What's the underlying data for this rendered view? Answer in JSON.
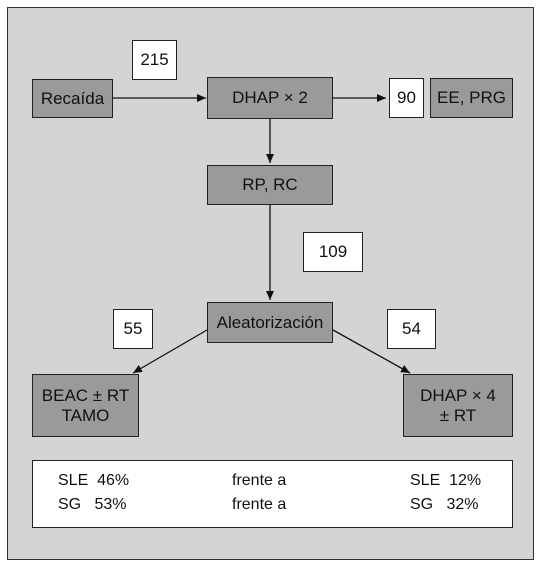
{
  "flow": {
    "n_start": "215",
    "recaida": "Recaída",
    "dhap2": "DHAP × 2",
    "n_ee": "90",
    "ee_prg": "EE, PRG",
    "rp_rc": "RP, RC",
    "n_random": "109",
    "aleatorizacion": "Aleatorización",
    "n_left": "55",
    "n_right": "54",
    "beac_line1": "BEAC ± RT",
    "beac_line2": "TAMO",
    "dhap4_line1": "DHAP × 4",
    "dhap4_line2": "± RT"
  },
  "results": {
    "row1": {
      "left": "SLE  46%",
      "mid": "frente a",
      "right": "SLE  12%"
    },
    "row2": {
      "left": "SG   53%",
      "mid": "frente a",
      "right": "SG   32%"
    }
  }
}
